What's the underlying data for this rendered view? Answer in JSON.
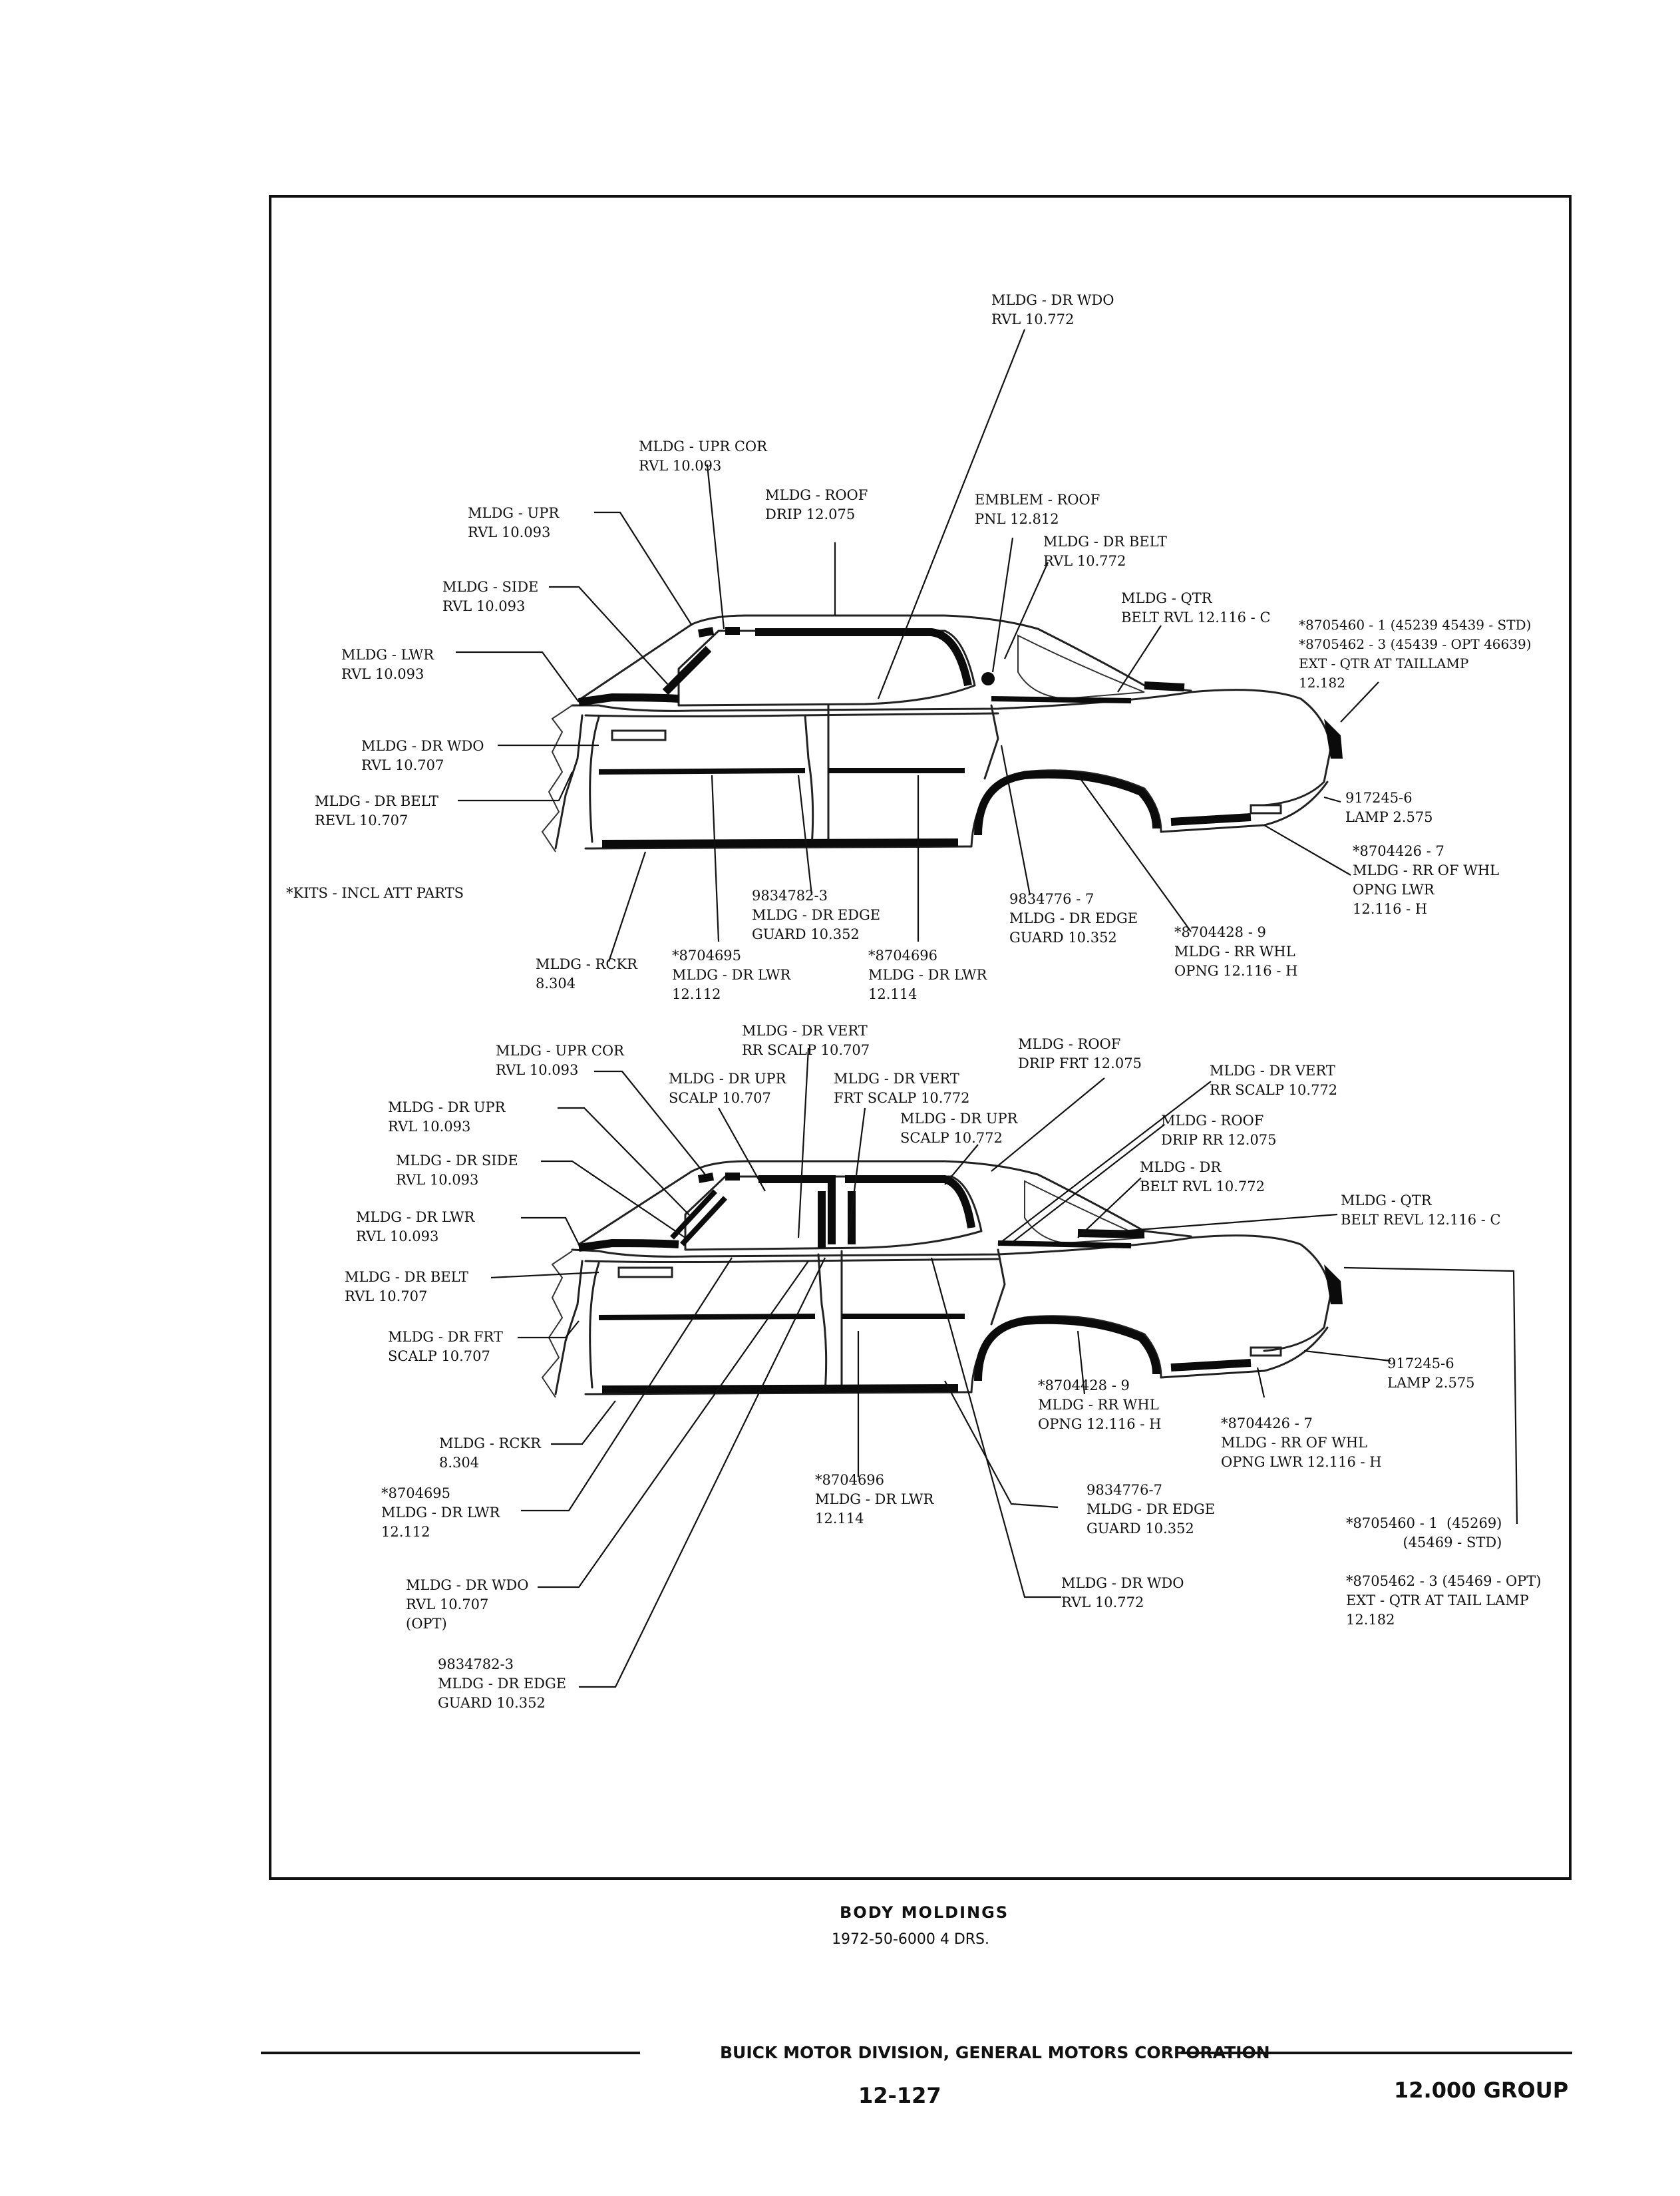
{
  "colors": {
    "ink": "#111111",
    "paper": "#ffffff"
  },
  "top_view": {
    "labels": {
      "dr_wdo_top": "MLDG - DR WDO\nRVL 10.772",
      "upr_cor": "MLDG - UPR COR\nRVL 10.093",
      "roof_drip": "MLDG - ROOF\nDRIP 12.075",
      "emblem_roof": "EMBLEM - ROOF\nPNL 12.812",
      "upr": "MLDG - UPR\nRVL 10.093",
      "dr_belt_top": "MLDG - DR BELT\nRVL 10.772",
      "qtr_belt": "MLDG - QTR\nBELT RVL 12.116 - C",
      "side": "MLDG - SIDE\nRVL 10.093",
      "taillamp_kit": "*8705460 - 1 (45239 45439 - STD)\n*8705462 - 3 (45439 - OPT 46639)\nEXT - QTR AT TAILLAMP\n12.182",
      "lwr": "MLDG - LWR\nRVL 10.093",
      "dr_wdo_left": "MLDG - DR WDO\nRVL 10.707",
      "dr_belt_left": "MLDG - DR BELT\nREVL 10.707",
      "lamp": "917245-6\nLAMP 2.575",
      "rr_of_whl": "*8704426 - 7\nMLDG - RR OF WHL\nOPNG LWR\n12.116 - H",
      "kits_note": "*KITS - INCL ATT PARTS",
      "edge_guard_front": "9834782-3\nMLDG - DR EDGE\nGUARD 10.352",
      "edge_guard_rear": "9834776 - 7\nMLDG - DR EDGE\nGUARD 10.352",
      "rr_whl": "*8704428 - 9\nMLDG - RR WHL\nOPNG 12.116 - H",
      "rckr": "MLDG - RCKR\n8.304",
      "dr_lwr_front": "*8704695\nMLDG - DR LWR\n12.112",
      "dr_lwr_rear": "*8704696\nMLDG - DR LWR\n12.114"
    }
  },
  "bottom_view": {
    "labels": {
      "dr_vert_frt": "MLDG - DR VERT\nRR SCALP 10.707",
      "roof_drip_frt": "MLDG - ROOF\nDRIP FRT 12.075",
      "upr_cor": "MLDG - UPR COR\nRVL 10.093",
      "dr_upr_scalp_707": "MLDG - DR UPR\nSCALP 10.707",
      "dr_vert_frt_772": "MLDG - DR VERT\nFRT SCALP 10.772",
      "dr_vert_rr_772": "MLDG - DR VERT\nRR SCALP 10.772",
      "dr_upr": "MLDG - DR UPR\nRVL 10.093",
      "dr_upr_scalp_772": "MLDG - DR UPR\nSCALP 10.772",
      "roof_drip_rr": "MLDG - ROOF\nDRIP RR 12.075",
      "dr_side": "MLDG - DR SIDE\nRVL 10.093",
      "dr_belt_rvl": "MLDG - DR\nBELT RVL 10.772",
      "dr_lwr_rvl": "MLDG - DR LWR\nRVL 10.093",
      "qtr_belt": "MLDG - QTR\nBELT REVL 12.116 - C",
      "dr_belt": "MLDG - DR BELT\nRVL 10.707",
      "dr_frt_scalp": "MLDG - DR FRT\nSCALP 10.707",
      "lamp": "917245-6\nLAMP 2.575",
      "rr_whl": "*8704428 - 9\nMLDG - RR WHL\nOPNG 12.116 - H",
      "rr_of_whl": "*8704426 - 7\nMLDG - RR OF WHL\nOPNG LWR 12.116 - H",
      "rckr": "MLDG - RCKR\n8.304",
      "dr_lwr_rear": "*8704696\nMLDG - DR LWR\n12.114",
      "edge_guard_rear": "9834776-7\nMLDG - DR EDGE\nGUARD 10.352",
      "dr_lwr_front": "*8704695\nMLDG - DR LWR\n12.112",
      "taillamp_std": "*8705460 - 1  (45269)\n(45469 - STD)",
      "dr_wdo_opt": "MLDG - DR WDO\nRVL 10.707\n(OPT)",
      "dr_wdo_772": "MLDG - DR WDO\nRVL 10.772",
      "taillamp_opt": "*8705462 - 3 (45469 - OPT)\nEXT - QTR AT TAIL LAMP\n12.182",
      "edge_guard_front": "9834782-3\nMLDG - DR EDGE\nGUARD 10.352"
    }
  },
  "caption": {
    "title": "BODY MOLDINGS",
    "subtitle": "1972-50-6000 4 DRS."
  },
  "footer": {
    "division": "BUICK MOTOR DIVISION, GENERAL MOTORS CORPORATION",
    "page": "12-127",
    "group": "12.000 GROUP"
  }
}
